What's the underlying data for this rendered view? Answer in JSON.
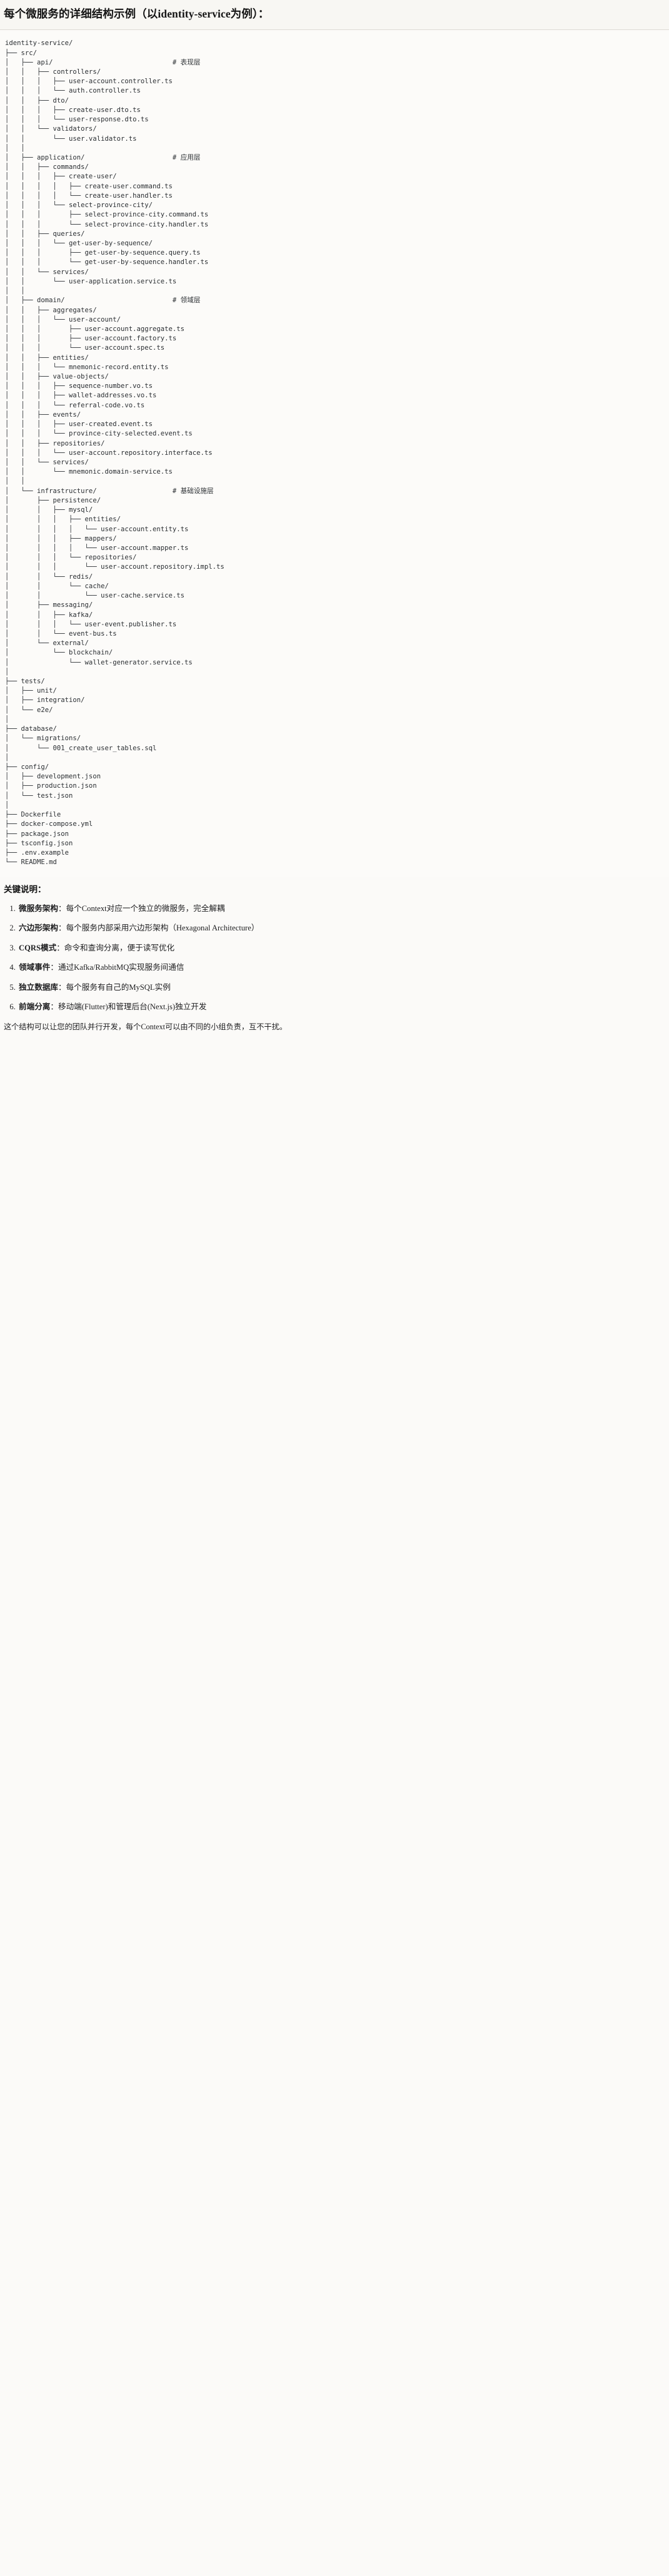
{
  "header": {
    "title": "每个微服务的详细结构示例（以identity-service为例）："
  },
  "code_block": {
    "language": "text",
    "tree": "identity-service/\n├── src/\n│   ├── api/                              # 表现层\n│   │   ├── controllers/\n│   │   │   ├── user-account.controller.ts\n│   │   │   └── auth.controller.ts\n│   │   ├── dto/\n│   │   │   ├── create-user.dto.ts\n│   │   │   └── user-response.dto.ts\n│   │   └── validators/\n│   │       └── user.validator.ts\n│   │\n│   ├── application/                      # 应用层\n│   │   ├── commands/\n│   │   │   ├── create-user/\n│   │   │   │   ├── create-user.command.ts\n│   │   │   │   └── create-user.handler.ts\n│   │   │   └── select-province-city/\n│   │   │       ├── select-province-city.command.ts\n│   │   │       └── select-province-city.handler.ts\n│   │   ├── queries/\n│   │   │   └── get-user-by-sequence/\n│   │   │       ├── get-user-by-sequence.query.ts\n│   │   │       └── get-user-by-sequence.handler.ts\n│   │   └── services/\n│   │       └── user-application.service.ts\n│   │\n│   ├── domain/                           # 领域层\n│   │   ├── aggregates/\n│   │   │   └── user-account/\n│   │   │       ├── user-account.aggregate.ts\n│   │   │       ├── user-account.factory.ts\n│   │   │       └── user-account.spec.ts\n│   │   ├── entities/\n│   │   │   └── mnemonic-record.entity.ts\n│   │   ├── value-objects/\n│   │   │   ├── sequence-number.vo.ts\n│   │   │   ├── wallet-addresses.vo.ts\n│   │   │   └── referral-code.vo.ts\n│   │   ├── events/\n│   │   │   ├── user-created.event.ts\n│   │   │   └── province-city-selected.event.ts\n│   │   ├── repositories/\n│   │   │   └── user-account.repository.interface.ts\n│   │   └── services/\n│   │       └── mnemonic.domain-service.ts\n│   │\n│   └── infrastructure/                   # 基础设施层\n│       ├── persistence/\n│       │   ├── mysql/\n│       │   │   ├── entities/\n│       │   │   │   └── user-account.entity.ts\n│       │   │   ├── mappers/\n│       │   │   │   └── user-account.mapper.ts\n│       │   │   └── repositories/\n│       │   │       └── user-account.repository.impl.ts\n│       │   └── redis/\n│       │       └── cache/\n│       │           └── user-cache.service.ts\n│       ├── messaging/\n│       │   ├── kafka/\n│       │   │   └── user-event.publisher.ts\n│       │   └── event-bus.ts\n│       └── external/\n│           └── blockchain/\n│               └── wallet-generator.service.ts\n│\n├── tests/\n│   ├── unit/\n│   ├── integration/\n│   └── e2e/\n│\n├── database/\n│   └── migrations/\n│       └── 001_create_user_tables.sql\n│\n├── config/\n│   ├── development.json\n│   ├── production.json\n│   └── test.json\n│\n├── Dockerfile\n├── docker-compose.yml\n├── package.json\n├── tsconfig.json\n├── .env.example\n└── README.md",
    "comments": [
      "# 表现层",
      "# 应用层",
      "# 领域层",
      "# 基础设施层"
    ]
  },
  "notes": {
    "title": "关键说明：",
    "items": [
      {
        "term": "微服务架构",
        "separator": "：",
        "text": "每个Context对应一个独立的微服务，完全解耦"
      },
      {
        "term": "六边形架构",
        "separator": "：",
        "text": "每个服务内部采用六边形架构（Hexagonal Architecture）"
      },
      {
        "term": "CQRS模式",
        "separator": "：",
        "text": "命令和查询分离，便于读写优化"
      },
      {
        "term": "领域事件",
        "separator": "：",
        "text": "通过Kafka/RabbitMQ实现服务间通信"
      },
      {
        "term": "独立数据库",
        "separator": "：",
        "text": "每个服务有自己的MySQL实例"
      },
      {
        "term": "前端分离",
        "separator": "：",
        "text": "移动端(Flutter)和管理后台(Next.js)独立开发"
      }
    ],
    "closing": "这个结构可以让您的团队并行开发，每个Context可以由不同的小组负责，互不干扰。"
  },
  "colors": {
    "page_background": "#fbfaf8",
    "header_background": "#f8f7f3",
    "code_background": "#fcfbf9",
    "code_text": "#2b2f33",
    "body_text": "#1d1d1f",
    "divider": "#dedbd4"
  }
}
